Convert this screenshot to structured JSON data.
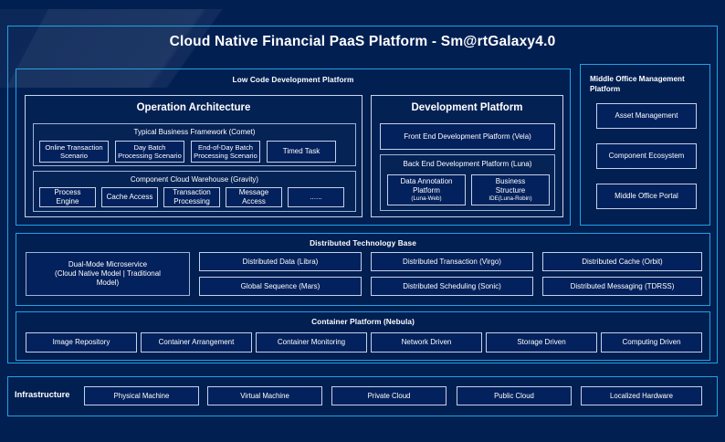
{
  "header": {
    "title": "Cloud Native Financial PaaS Platform - Sm@rtGalaxy4.0"
  },
  "low_code": {
    "title": "Low Code Development Platform",
    "operation_architecture": {
      "title": "Operation Architecture",
      "typical_business_framework": {
        "title": "Typical Business Framework (Comet)",
        "items": [
          "Online Transaction Scenario",
          "Day Batch Processing Scenario",
          "End-of-Day Batch Processing Scenario",
          "Timed Task"
        ]
      },
      "component_cloud_warehouse": {
        "title": "Component Cloud Warehouse (Gravity)",
        "items": [
          "Process Engine",
          "Cache Access",
          "Transaction Processing",
          "Message Access",
          "......"
        ]
      }
    },
    "development_platform": {
      "title": "Development Platform",
      "front_end": "Front End Development Platform (Vela)",
      "back_end": {
        "title": "Back End Development Platform (Luna)",
        "items": [
          {
            "line1": "Data Annotation",
            "line2": "Platform",
            "line3": "(Luna-Web)"
          },
          {
            "line1": "Business",
            "line2": "Structure",
            "line3": "IDE(Luna-Robin)"
          }
        ]
      }
    }
  },
  "middle_office": {
    "title_line1": "Middle Office Management",
    "title_line2": "Platform",
    "items": [
      "Asset Management",
      "Component Ecosystem",
      "Middle Office Portal"
    ]
  },
  "distributed_technology_base": {
    "title": "Distributed Technology Base",
    "dual_mode": {
      "line1": "Dual-Mode Microservice",
      "line2": "(Cloud Native Model | Traditional",
      "line3": "Model)"
    },
    "items": [
      "Distributed Data (Libra)",
      "Distributed Transaction (Virgo)",
      "Distributed Cache (Orbit)",
      "Global Sequence (Mars)",
      "Distributed Scheduling (Sonic)",
      "Distributed Messaging (TDRSS)"
    ]
  },
  "container_platform": {
    "title": "Container Platform (Nebula)",
    "items": [
      "Image Repository",
      "Container Arrangement",
      "Container Monitoring",
      "Network Driven",
      "Storage Driven",
      "Computing Driven"
    ]
  },
  "infrastructure": {
    "label": "Infrastructure",
    "items": [
      "Physical Machine",
      "Virtual Machine",
      "Private Cloud",
      "Public Cloud",
      "Localized Hardware"
    ]
  },
  "colors": {
    "background": "#021f52",
    "frame_cyan": "#1fa3e0",
    "box_border": "#c2d2ea",
    "box_fill": "#03215c",
    "text": "#ffffff"
  }
}
